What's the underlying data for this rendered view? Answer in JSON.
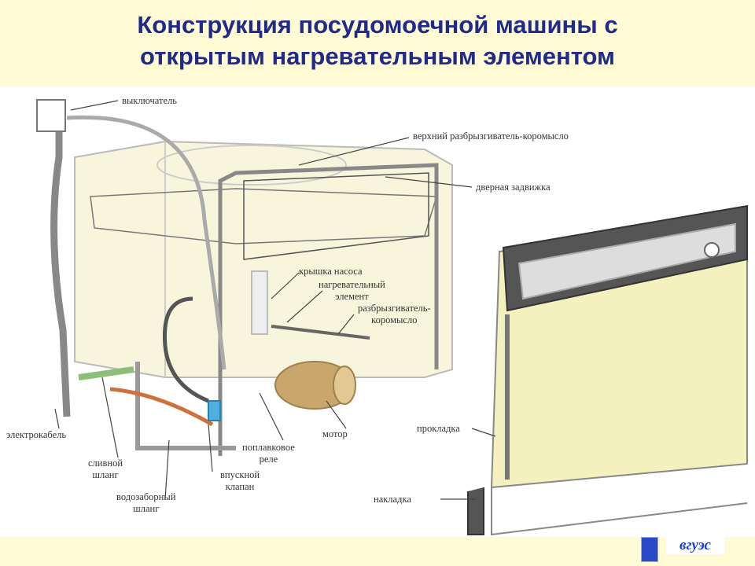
{
  "title": {
    "line1": "Конструкция посудомоечной машины с",
    "line2": "открытым нагревательным элементом"
  },
  "labels": {
    "switch": "выключатель",
    "upper_sprayer": "верхний разбрызгиватель-коромысло",
    "door_latch": "дверная задвижка",
    "pump_cover": "крышка насоса",
    "heating_1": "нагревательный",
    "heating_2": "элемент",
    "sprayer_1": "разбрызгиватель-",
    "sprayer_2": "коромысло",
    "cable": "электрокабель",
    "motor": "мотор",
    "gasket": "прокладка",
    "float_1": "поплавковое",
    "float_2": "реле",
    "drain_1": "сливной",
    "drain_2": "шланг",
    "inlet_valve_1": "впускной",
    "inlet_valve_2": "клапан",
    "intake_1": "водозаборный",
    "intake_2": "шланг",
    "overlay": "накладка"
  },
  "logo": {
    "text": "вгуэс"
  }
}
